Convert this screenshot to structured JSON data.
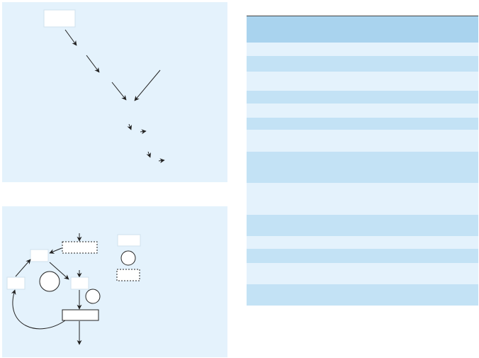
{
  "colors": {
    "panel_bg": "#e4f2fc",
    "header_bg": "#a9d3ee",
    "row_light": "#e4f2fc",
    "row_dark": "#c3e2f5",
    "stroke": "#222222"
  },
  "top_diagram": {
    "labels": [
      ""
    ]
  },
  "bottom_diagram": {
    "labels": [
      "",
      "",
      "",
      "",
      "",
      "",
      ""
    ]
  },
  "table": {
    "header": [
      ""
    ],
    "rows": [
      {
        "shade": "light",
        "cells": [
          ""
        ]
      },
      {
        "shade": "dark",
        "cells": [
          ""
        ]
      },
      {
        "shade": "light",
        "cells": [
          ""
        ]
      },
      {
        "shade": "dark",
        "cells": [
          ""
        ]
      },
      {
        "shade": "light",
        "cells": [
          ""
        ]
      },
      {
        "shade": "dark",
        "cells": [
          ""
        ]
      },
      {
        "shade": "light",
        "cells": [
          ""
        ]
      },
      {
        "shade": "dark",
        "cells": [
          ""
        ]
      },
      {
        "shade": "light",
        "cells": [
          ""
        ]
      },
      {
        "shade": "dark",
        "cells": [
          ""
        ]
      },
      {
        "shade": "light",
        "cells": [
          ""
        ]
      },
      {
        "shade": "dark",
        "cells": [
          ""
        ]
      },
      {
        "shade": "light",
        "cells": [
          ""
        ]
      },
      {
        "shade": "dark",
        "cells": [
          ""
        ]
      }
    ]
  }
}
